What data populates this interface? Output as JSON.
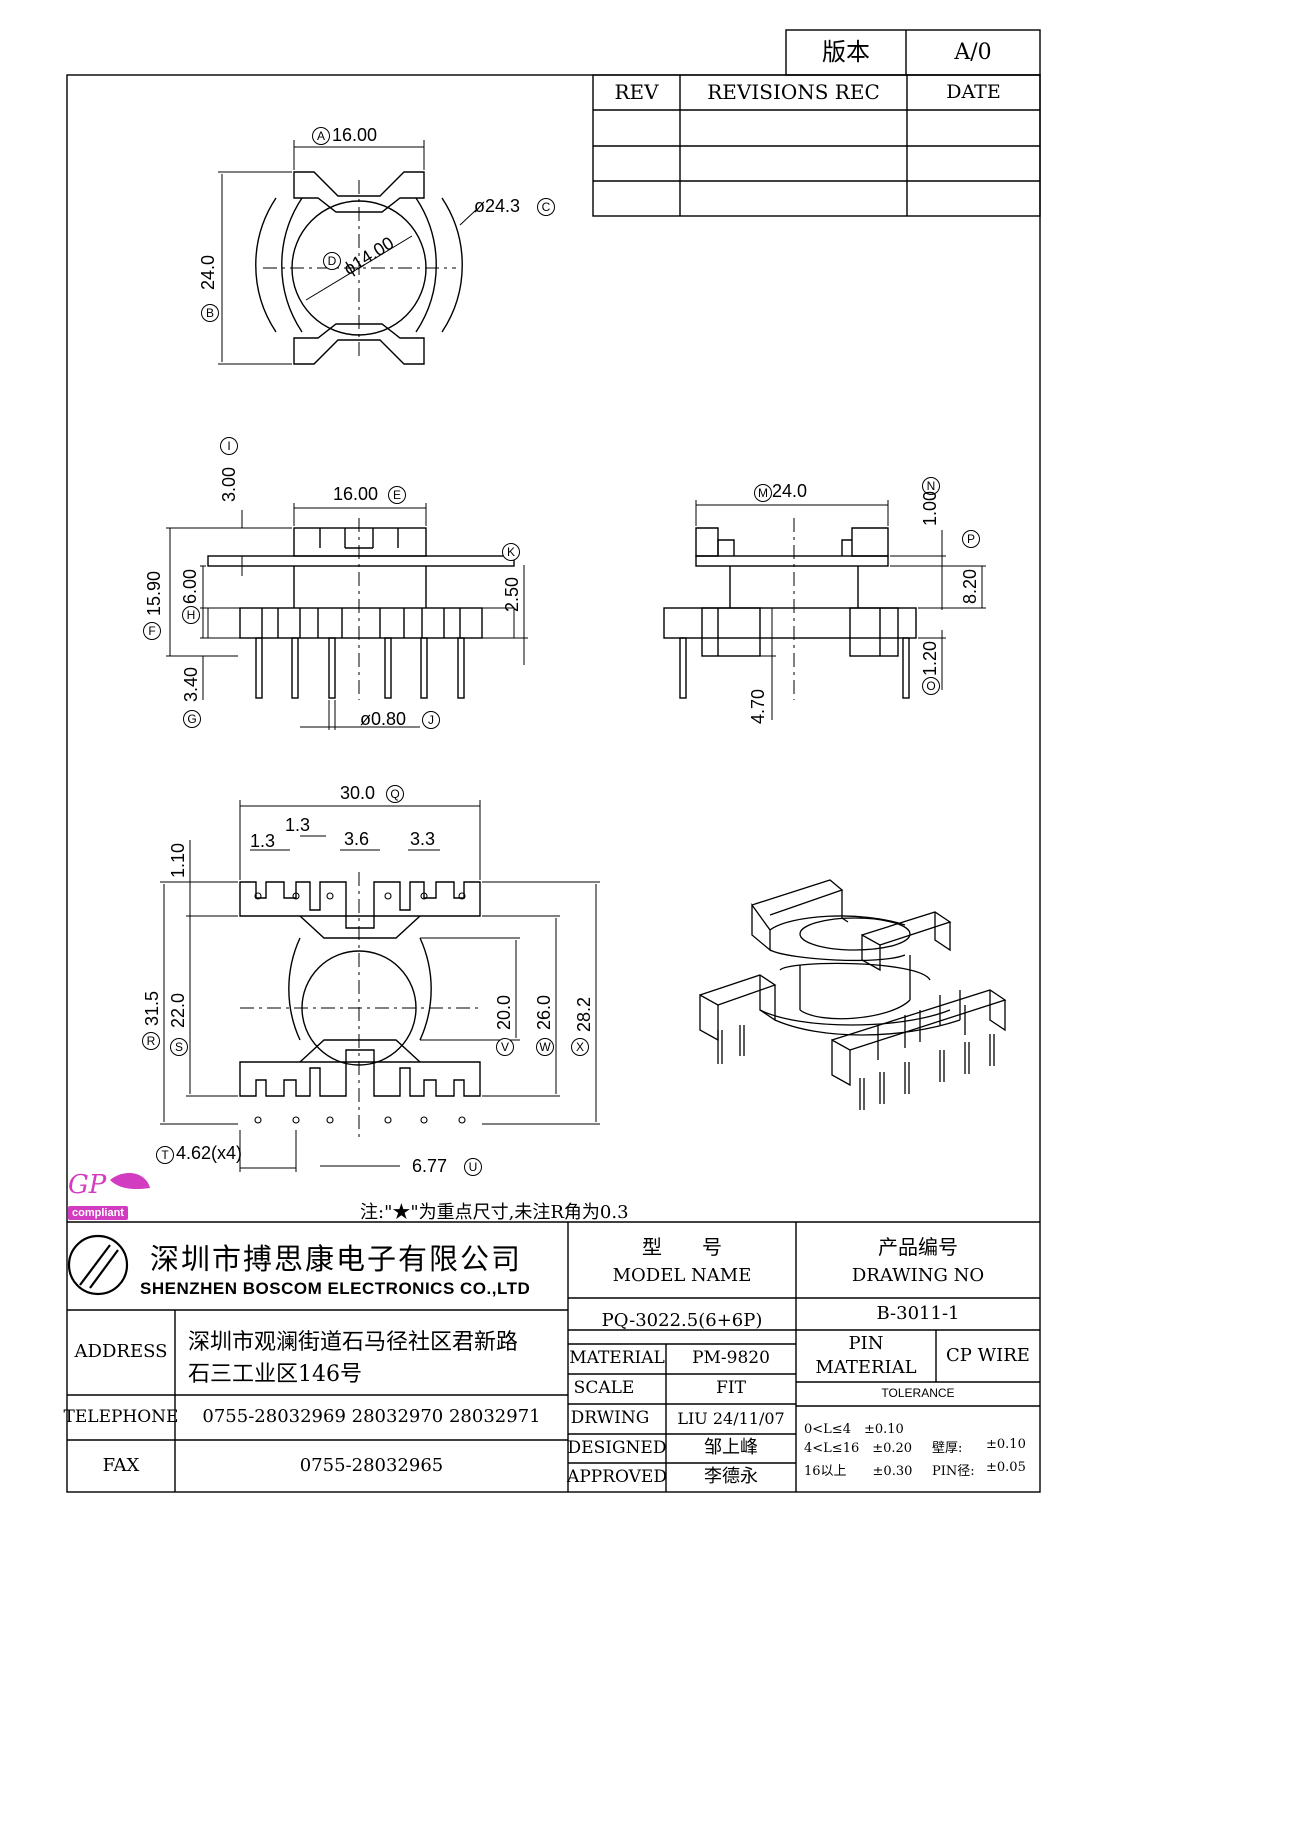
{
  "version_box": {
    "label": "版本",
    "value": "A/0"
  },
  "revisions": {
    "col_rev": "REV",
    "col_rec": "REVISIONS REC",
    "col_date": "DATE"
  },
  "top_view": {
    "A": "A",
    "A_val": "16.00",
    "B": "B",
    "B_val": "24.0",
    "C": "C",
    "C_val": "ø24.3",
    "D": "D",
    "D_val": "ϕ14.00"
  },
  "front_view": {
    "I": "I",
    "I_val": "3.00",
    "E": "E",
    "E_val": "16.00",
    "K": "K",
    "K_val": "2.50",
    "F": "F",
    "F_val": "15.90",
    "H": "H",
    "H_val": "6.00",
    "G": "G",
    "G_val": "3.40",
    "J": "J",
    "J_val": "ø0.80"
  },
  "side_view": {
    "M": "M",
    "M_val": "24.0",
    "N": "N",
    "N_val": "1.00",
    "P": "P",
    "P_val": "8.20",
    "O": "O",
    "O_val": "1.20",
    "h_val": "4.70"
  },
  "bottom_view": {
    "Q": "Q",
    "Q_val": "30.0",
    "p1": "1.3",
    "p2": "1.3",
    "p3": "3.6",
    "p4": "3.3",
    "t_val": "1.10",
    "R": "R",
    "R_val": "31.5",
    "S": "S",
    "S_val": "22.0",
    "V": "V",
    "V_val": "20.0",
    "W": "W",
    "W_val": "26.0",
    "X": "X",
    "X_val": "28.2",
    "T": "T",
    "T_val": "4.62(x4)",
    "U": "U",
    "U_val": "6.77"
  },
  "badge": {
    "gp": "GP",
    "compliant": "compliant"
  },
  "note": "注:\"★\"为重点尺寸,未注R角为0.3",
  "company": {
    "name_cn": "深圳市搏思康电子有限公司",
    "name_en": "SHENZHEN BOSCOM ELECTRONICS CO.,LTD"
  },
  "title_block": {
    "model_label_cn": "型　　号",
    "model_label_en": "MODEL NAME",
    "drawing_label_cn": "产品编号",
    "drawing_label_en": "DRAWING NO",
    "model_value": "PQ-3022.5(6+6P)",
    "drawing_value": "B-3011-1",
    "address_label": "ADDRESS",
    "address_line1": "深圳市观澜街道石马径社区君新路",
    "address_line2": "石三工业区146号",
    "telephone_label": "TELEPHONE",
    "telephone_value": "0755-28032969 28032970 28032971",
    "fax_label": "FAX",
    "fax_value": "0755-28032965",
    "material_label": "MATERIAL",
    "material_value": "PM-9820",
    "scale_label": "SCALE",
    "scale_value": "FIT",
    "drwing_label": "DRWING",
    "drwing_value": "LIU 24/11/07",
    "designed_label": "DESIGNED",
    "designed_value": "邹上峰",
    "approved_label": "APPROVED",
    "approved_value": "李德永",
    "pin_material_label1": "PIN",
    "pin_material_label2": "MATERIAL",
    "pin_material_value": "CP WIRE",
    "tolerance_label": "TOLERANCE",
    "tol1": "0<L≤4　±0.10",
    "tol2": "4<L≤16　±0.20",
    "tol3": "16以上　　±0.30",
    "wall_label": "壁厚:",
    "wall_value": "±0.10",
    "pin_dia_label": "PIN径:",
    "pin_dia_value": "±0.05"
  }
}
